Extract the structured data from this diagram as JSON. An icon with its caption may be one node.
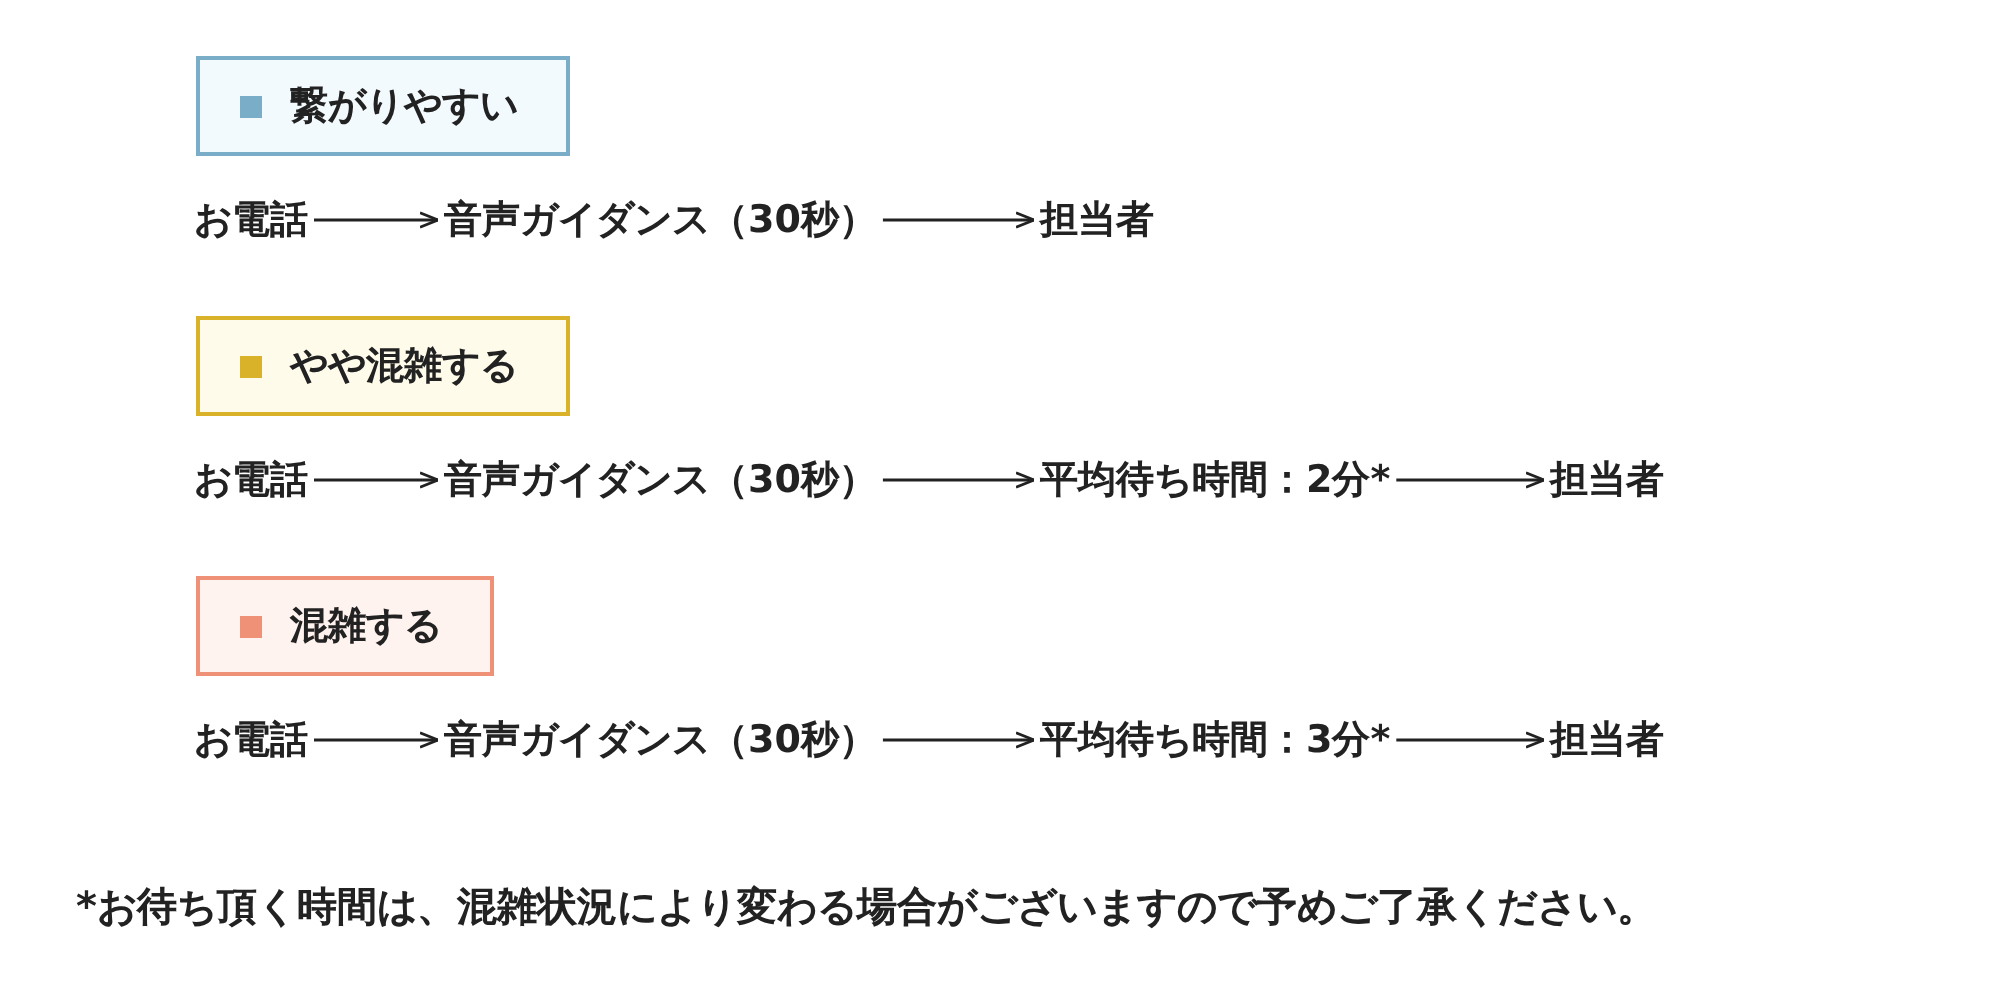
{
  "diagram": {
    "nodes": [
      {
        "text": [
          "繋がりやすい"
        ]
      },
      {
        "text": [
          "お電話"
        ]
      },
      {
        "text": [
          "音声ガイダンス（30秒）"
        ]
      },
      {
        "text": [
          "担当者"
        ]
      },
      {
        "text": [
          "やや混雑する"
        ]
      },
      {
        "text": [
          "お電話"
        ]
      },
      {
        "text": [
          "音声ガイダンス（30秒）"
        ]
      },
      {
        "text": [
          "平均待ち時間：2分*"
        ]
      },
      {
        "text": [
          "担当者"
        ]
      },
      {
        "text": [
          "混雑する"
        ]
      },
      {
        "text": [
          "お電話"
        ]
      },
      {
        "text": [
          "音声ガイダンス（30秒）"
        ]
      },
      {
        "text": [
          "平均待ち時間：3分*"
        ]
      },
      {
        "text": [
          "担当者"
        ]
      }
    ],
    "edges": [
      {
        "from": 1,
        "to": 2,
        "arrow": "to"
      },
      {
        "from": 2,
        "to": 3,
        "arrow": "to"
      },
      {
        "from": 5,
        "to": 6,
        "arrow": "to"
      },
      {
        "from": 6,
        "to": 7,
        "arrow": "to"
      },
      {
        "from": 7,
        "to": 8,
        "arrow": "to"
      },
      {
        "from": 10,
        "to": 11,
        "arrow": "to"
      },
      {
        "from": 11,
        "to": 12,
        "arrow": "to"
      },
      {
        "from": 12,
        "to": 13,
        "arrow": "to"
      }
    ],
    "caption": "*お待ち頂く時間は、混雑状況により変わる場合がございますので予めご了承ください。"
  }
}
